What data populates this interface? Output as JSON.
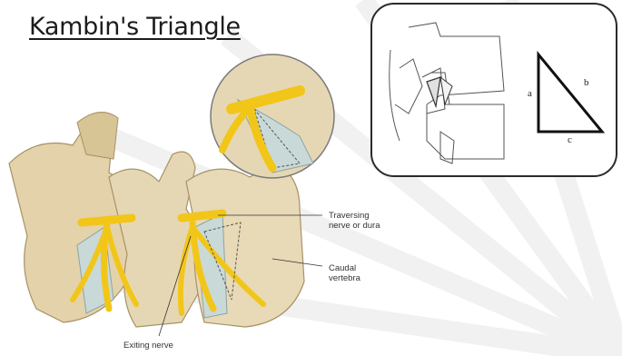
{
  "title": "Kambin's Triangle",
  "inset": {
    "side_a": "a",
    "side_b": "b",
    "side_c": "c"
  },
  "callouts": {
    "traversing": [
      "Traversing",
      "nerve or dura"
    ],
    "caudal": [
      "Caudal",
      "vertebra"
    ],
    "exiting": [
      "Exiting nerve"
    ]
  },
  "colors": {
    "bone": "#e6d7b4",
    "bone_shadow": "#b9a57c",
    "nerve": "#f2c619",
    "disc": "#c8d9d8"
  }
}
